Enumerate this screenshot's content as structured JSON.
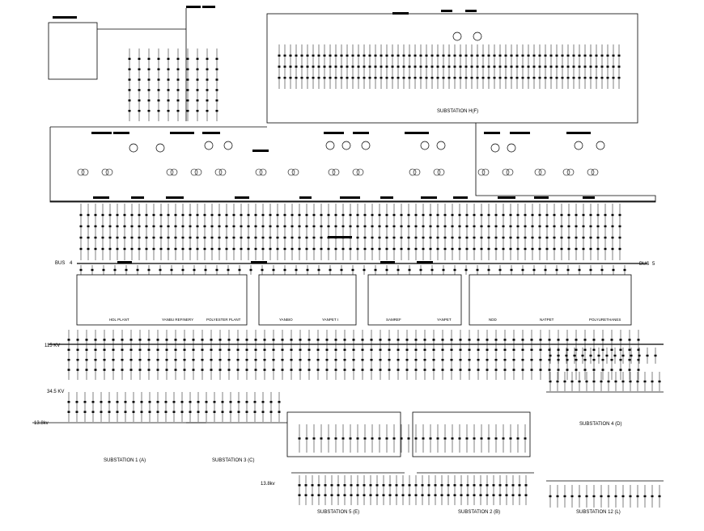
{
  "labels": {
    "substation_h": "SUBSTATION  H(F)",
    "bus_left": "BUS",
    "bus_left_num": "4",
    "bus_right": "BUS",
    "bus_right_num": "5",
    "kv115": "115 KV",
    "kv345": "34.5 KV",
    "kv138_a": "13.8kv",
    "kv138_b": "13.8kv",
    "hdl_plant": "HDL PLANT",
    "yanbu_refinery": "YANBU REFINERY",
    "polyester_plant": "POLYESTER PLANT",
    "yanbio": "YANBIO",
    "yanpet1": "YANPET I",
    "samref": "SAMREF",
    "yanpet": "YANPET",
    "ndd": "NDD",
    "natpet": "NATPET",
    "polyurethanes": "POLYURETHANES",
    "sub1": "SUBSTATION 1 (A)",
    "sub3": "SUBSTATION 3 (C)",
    "sub4": "SUBSTATION 4 (D)",
    "sub5": "SUBSTATION 5 (E)",
    "sub2": "SUBSTATION 2 (B)",
    "sub12": "SUBSTATION 12 (L)"
  },
  "colors": {
    "line": "#000000",
    "background": "#ffffff"
  }
}
